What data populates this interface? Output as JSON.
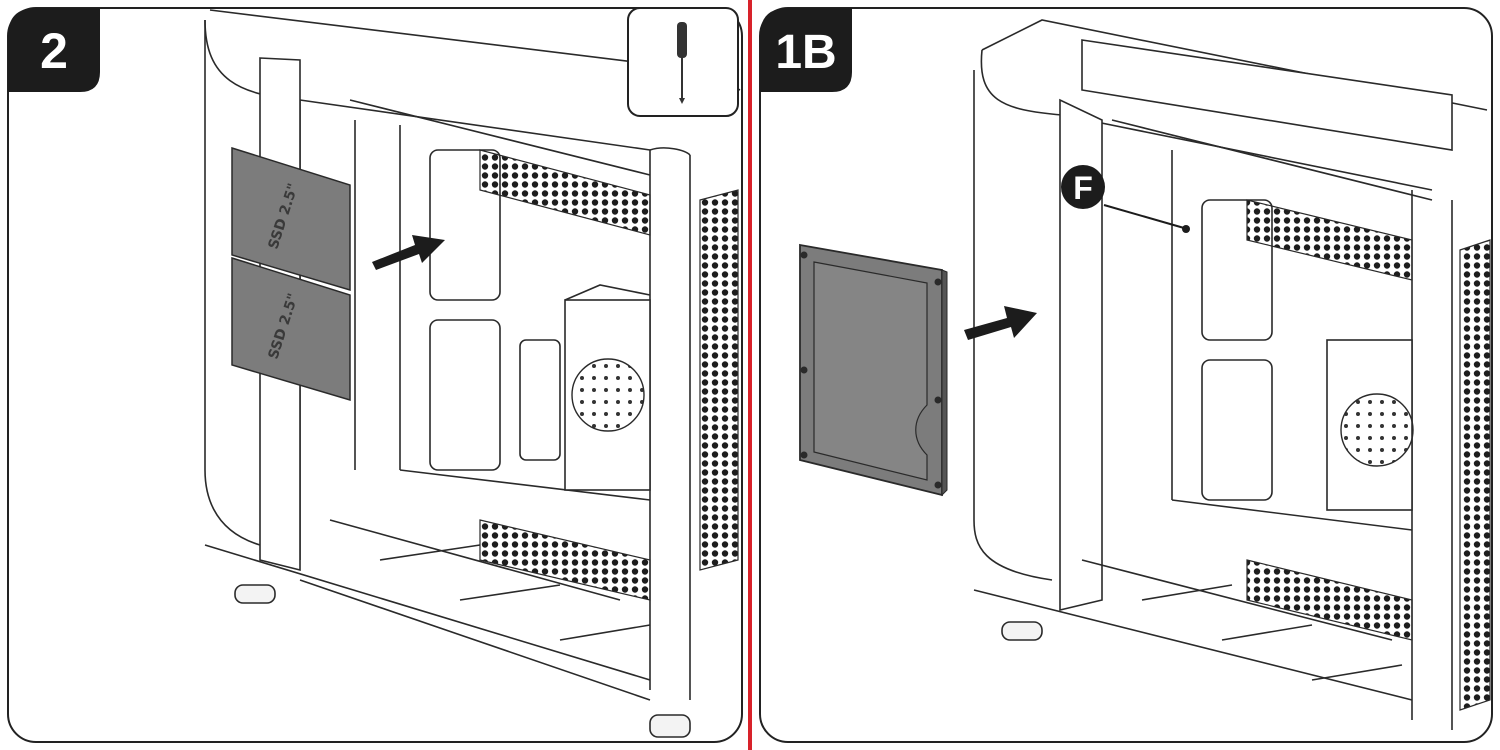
{
  "panels": [
    {
      "step_label": "2",
      "drives": [
        {
          "label": "SSD 2.5\""
        },
        {
          "label": "SSD 2.5\""
        }
      ],
      "tool_icon": "screwdriver-icon"
    },
    {
      "step_label": "1B",
      "callout_label": "F",
      "drive_icon": "hdd-3.5-icon"
    }
  ],
  "colors": {
    "divider": "#d8222a",
    "badge": "#1c1c1c",
    "line": "#2a2a2a",
    "drive_fill": "#7c7c7c"
  }
}
